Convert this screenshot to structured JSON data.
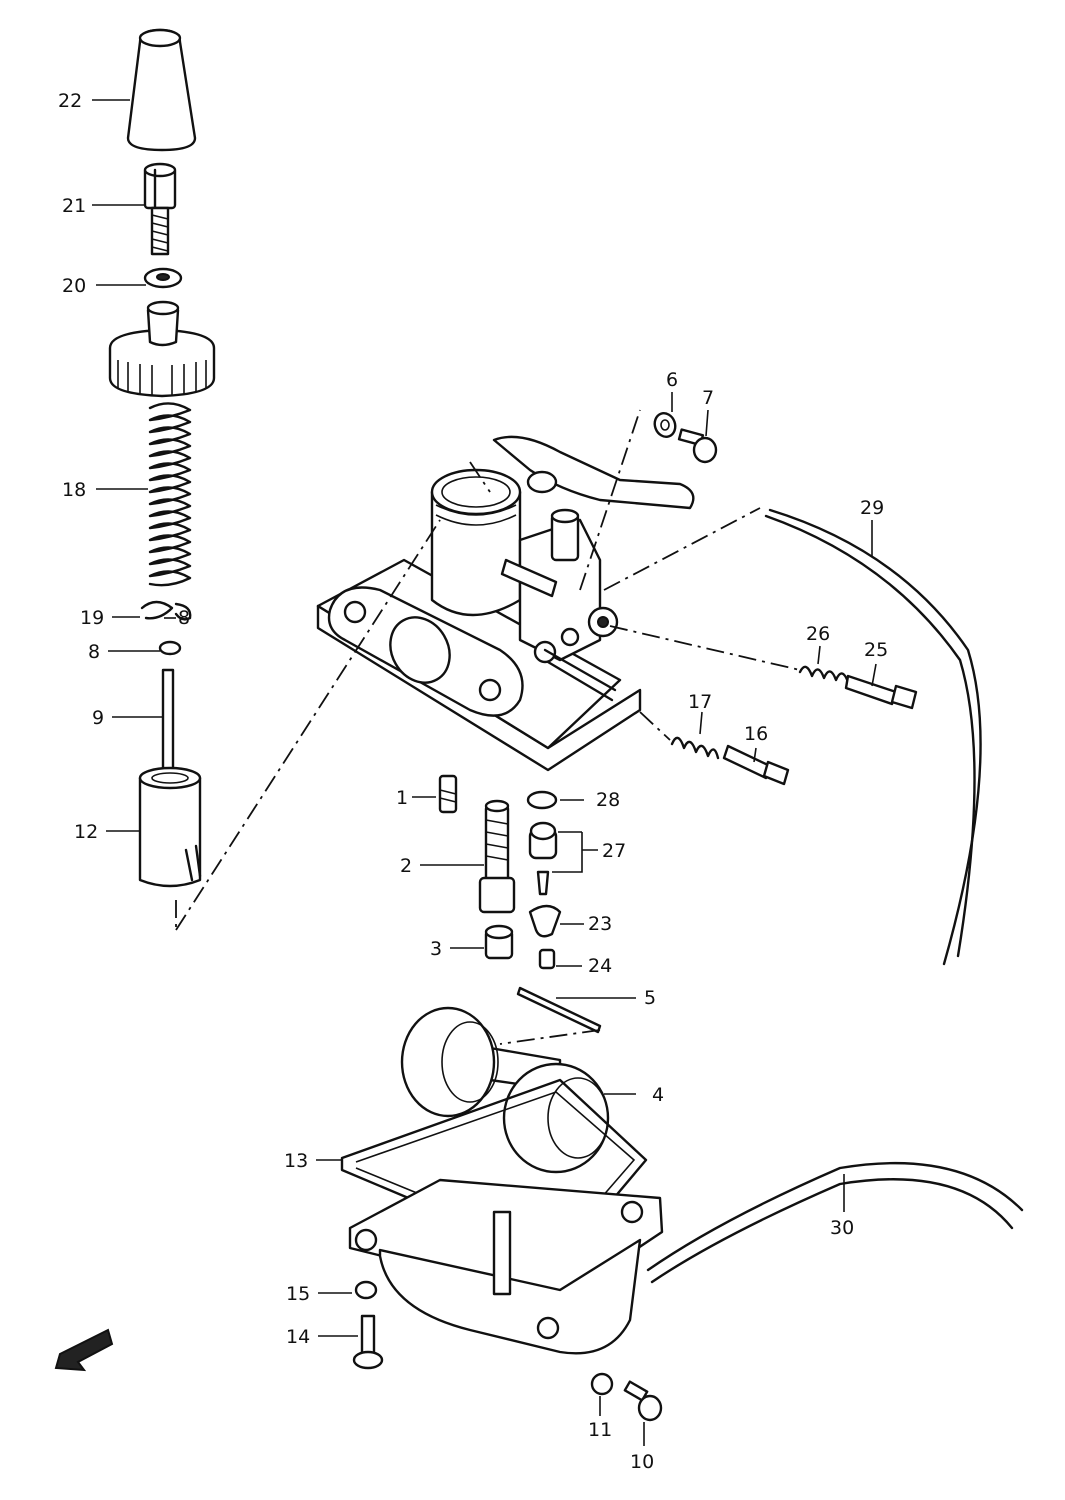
{
  "diagram": {
    "callouts": [
      {
        "id": "c1",
        "label": "1"
      },
      {
        "id": "c2",
        "label": "2"
      },
      {
        "id": "c3",
        "label": "3"
      },
      {
        "id": "c4",
        "label": "4"
      },
      {
        "id": "c5",
        "label": "5"
      },
      {
        "id": "c6",
        "label": "6"
      },
      {
        "id": "c7",
        "label": "7"
      },
      {
        "id": "c8",
        "label": "8"
      },
      {
        "id": "c9",
        "label": "9"
      },
      {
        "id": "c10",
        "label": "10"
      },
      {
        "id": "c11",
        "label": "11"
      },
      {
        "id": "c12",
        "label": "12"
      },
      {
        "id": "c13",
        "label": "13"
      },
      {
        "id": "c14",
        "label": "14"
      },
      {
        "id": "c15",
        "label": "15"
      },
      {
        "id": "c16",
        "label": "16"
      },
      {
        "id": "c17",
        "label": "17"
      },
      {
        "id": "c18",
        "label": "18"
      },
      {
        "id": "c19",
        "label": "19"
      },
      {
        "id": "c20",
        "label": "20"
      },
      {
        "id": "c21",
        "label": "21"
      },
      {
        "id": "c22",
        "label": "22"
      },
      {
        "id": "c23",
        "label": "23"
      },
      {
        "id": "c24",
        "label": "24"
      },
      {
        "id": "c25",
        "label": "25"
      },
      {
        "id": "c26",
        "label": "26"
      },
      {
        "id": "c27",
        "label": "27"
      },
      {
        "id": "c28",
        "label": "28"
      },
      {
        "id": "c29",
        "label": "29"
      },
      {
        "id": "c30",
        "label": "30"
      },
      {
        "id": "c8b",
        "label": "8"
      }
    ],
    "front_arrow": "front-direction-arrow"
  }
}
